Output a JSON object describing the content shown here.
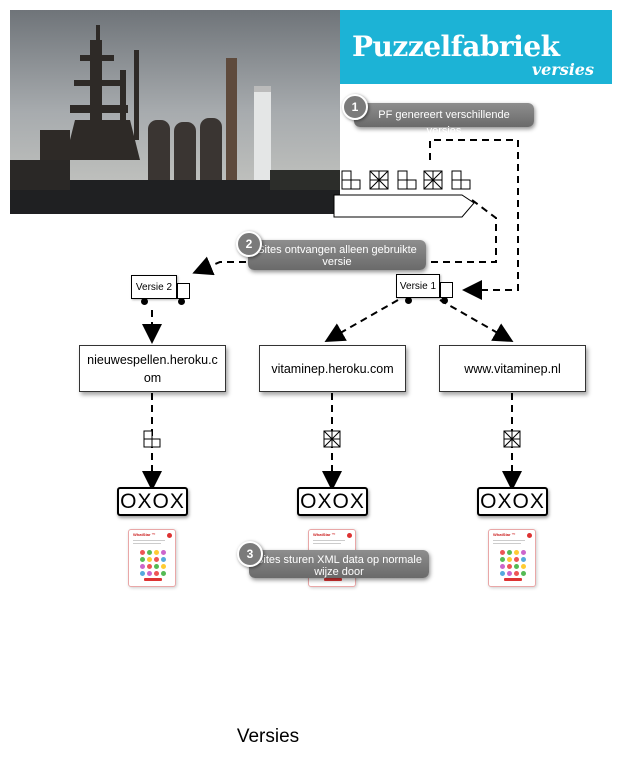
{
  "logo": {
    "title": "Puzzelfabriek",
    "subtitle": "versies",
    "color": "#1cb3d6"
  },
  "callouts": [
    {
      "number": "1",
      "text": "PF genereert verschillende versies"
    },
    {
      "number": "2",
      "text": "Sites ontvangen alleen gebruikte versie"
    },
    {
      "number": "3",
      "text": "Sites sturen XML data op normale wijze door"
    }
  ],
  "trucks": [
    {
      "label": "Versie 2"
    },
    {
      "label": "Versie 1"
    }
  ],
  "sites": [
    {
      "name": "nieuwespellen.heroku.com"
    },
    {
      "name": "vitaminep.heroku.com"
    },
    {
      "name": "www.vitaminep.nl"
    }
  ],
  "games": [
    {
      "label": "OXOX"
    },
    {
      "label": "OXOX"
    },
    {
      "label": "OXOX"
    }
  ],
  "phone_app": {
    "title": "WhatStar ™"
  },
  "footer": {
    "title": "Versies"
  },
  "colors": {
    "callout": "#7b7b7b",
    "phone_accent": "#dd3333"
  }
}
